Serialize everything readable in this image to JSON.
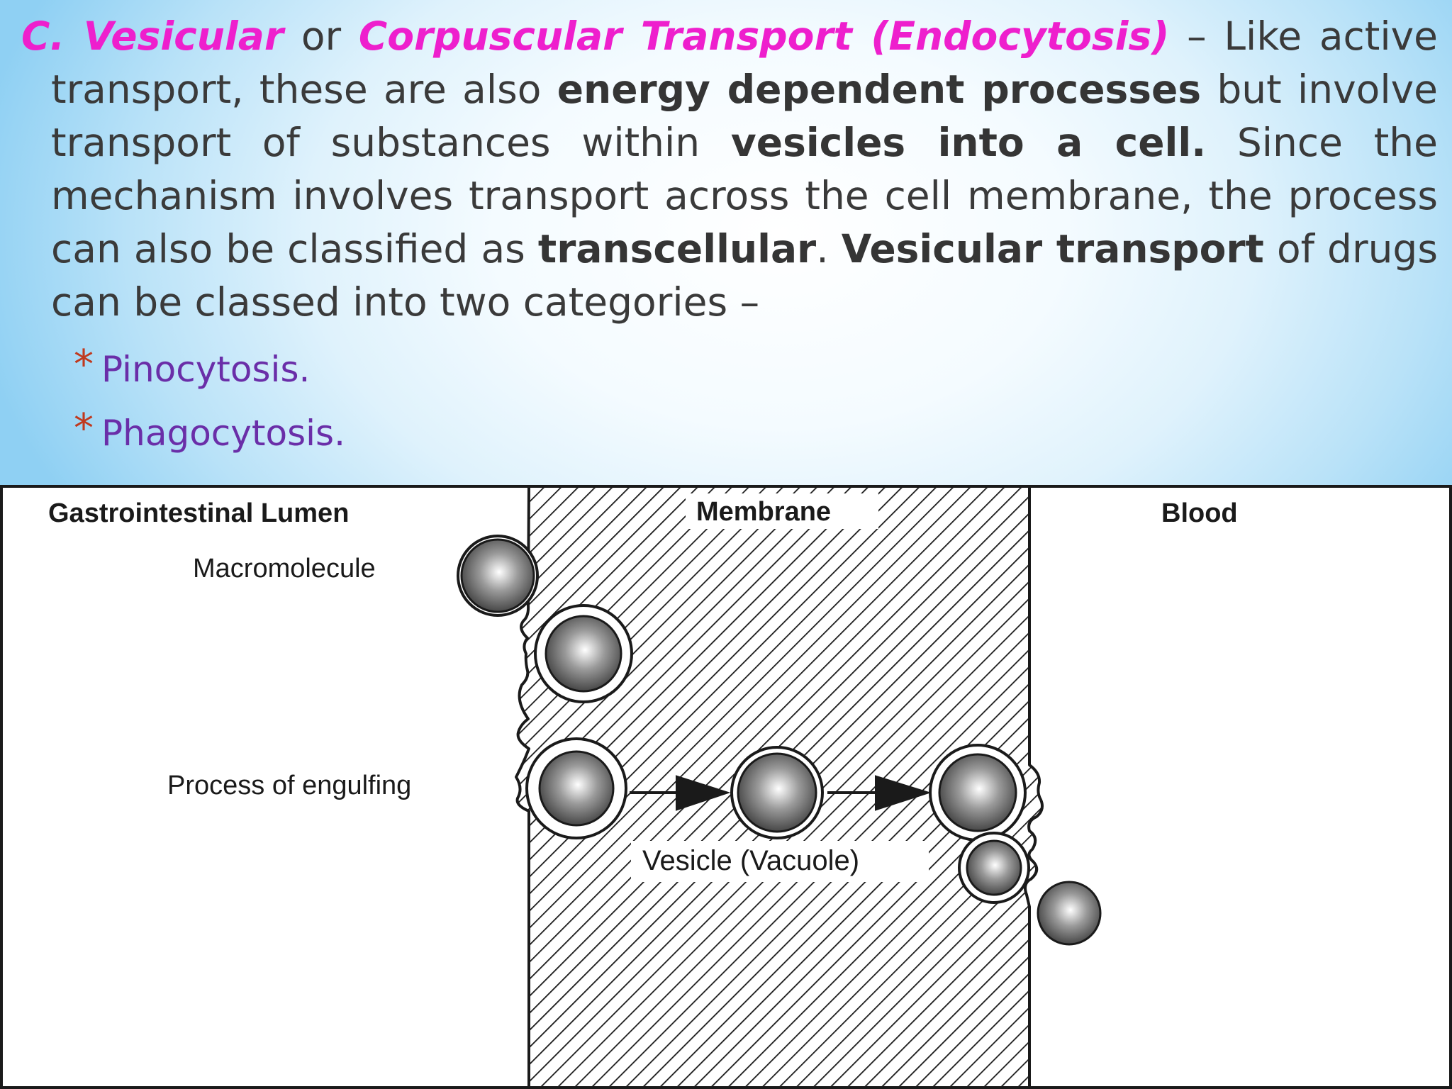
{
  "paragraph": {
    "prefix": "C. ",
    "term1": "Vesicular",
    "or": " or ",
    "term2": "Corpuscular Transport (Endocytosis)",
    "dash_text": " – Like active transport, these are also ",
    "bold1": "energy dependent processes",
    "text2": " but involve transport of substances within ",
    "bold2": "vesicles into a cell.",
    "text3": " Since the mechanism involves transport across the cell membrane, the process can also be classified as ",
    "bold3": "transcellular",
    "text4": ". ",
    "bold4": "Vesicular transport",
    "text5": " of drugs can be classed into two categories –"
  },
  "bullets": [
    {
      "marker": "*",
      "label": "Pinocytosis."
    },
    {
      "marker": "*",
      "label": "Phagocytosis."
    }
  ],
  "diagram": {
    "label_lumen": "Gastrointestinal Lumen",
    "label_membrane": "Membrane",
    "label_blood": "Blood",
    "label_macromolecule": "Macromolecule",
    "label_engulfing": "Process of engulfing",
    "label_vesicle": "Vesicle (Vacuole)"
  }
}
